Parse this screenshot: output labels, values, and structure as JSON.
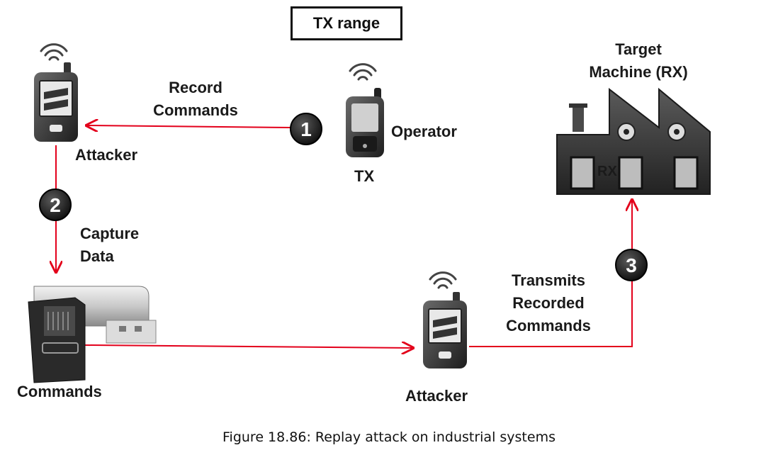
{
  "labels": {
    "tx_range": "TX range",
    "record_commands_1": "Record",
    "record_commands_2": "Commands",
    "operator": "Operator",
    "tx": "TX",
    "attacker_top": "Attacker",
    "capture_1": "Capture",
    "capture_2": "Data",
    "commands": "Commands",
    "attacker_bottom": "Attacker",
    "transmits_1": "Transmits",
    "transmits_2": "Recorded",
    "transmits_3": "Commands",
    "target_1": "Target",
    "target_2": "Machine (RX)",
    "rx": "RX"
  },
  "steps": [
    "1",
    "2",
    "3"
  ],
  "caption": "Figure 18.86: Replay attack on industrial systems",
  "colors": {
    "arrow": "#e3001b",
    "device": "#3c3c3c",
    "badge": "#1a1a1a"
  }
}
